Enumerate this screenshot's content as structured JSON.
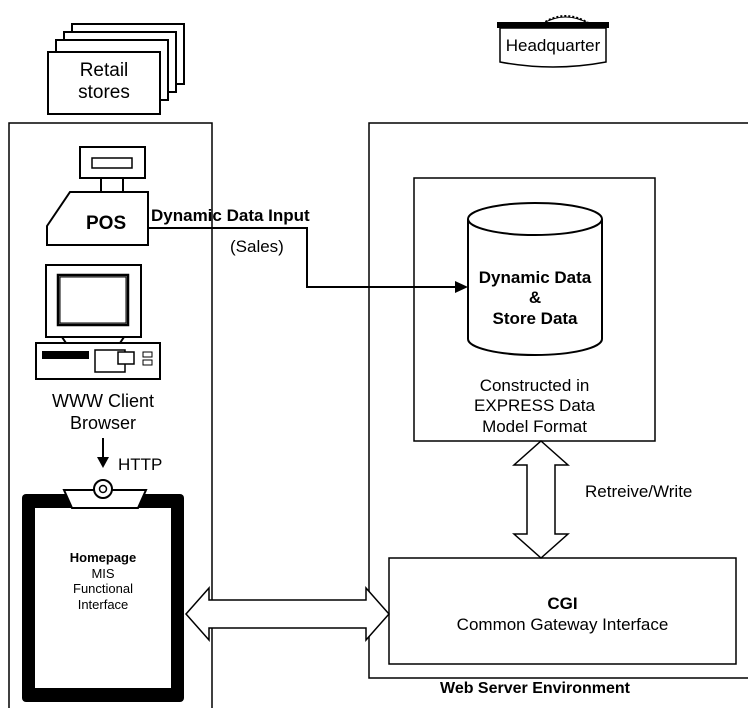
{
  "retail_stores": {
    "line1": "Retail",
    "line2": "stores"
  },
  "headquarter": {
    "label": "Headquarter"
  },
  "pos": {
    "label": "POS"
  },
  "dynamic_input": {
    "label": "Dynamic Data Input",
    "sub": "(Sales)"
  },
  "database": {
    "line1": "Dynamic Data",
    "line2": "&",
    "line3": "Store Data"
  },
  "constructed": {
    "line1": "Constructed in",
    "line2": "EXPRESS Data",
    "line3": "Model Format"
  },
  "client": {
    "line1": "WWW Client",
    "line2": "Browser"
  },
  "http": {
    "label": "HTTP"
  },
  "retrieve_write": {
    "label": "Retreive/Write"
  },
  "homepage": {
    "line1": "Homepage",
    "line2": "MIS",
    "line3": "Functional",
    "line4": "Interface"
  },
  "cgi": {
    "title": "CGI",
    "subtitle": "Common Gateway Interface"
  },
  "web_server": {
    "label": "Web Server Environment"
  }
}
